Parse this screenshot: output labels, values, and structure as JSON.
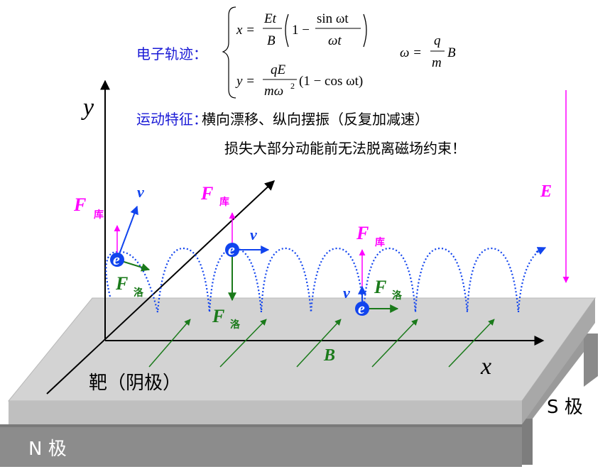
{
  "labels": {
    "trajectory": "电子轨迹：",
    "motion": "运动特征：",
    "motion_line1": "横向漂移、纵向摆振（反复加减速）",
    "motion_line2": "损失大部分动能前无法脱离磁场约束！",
    "target": "靶（阴极）",
    "north_pole": "N 极",
    "south_pole": "S 极"
  },
  "equations": {
    "x_lhs": "x = ",
    "x_num": "Et",
    "x_den": "B",
    "x_paren": "1 −",
    "x_inner_num": "sin ωt",
    "x_inner_den": "ωt",
    "y_lhs": "y = ",
    "y_num": "qE",
    "y_den": "mω",
    "y_den_exp": "2",
    "y_rest": "(1 − cos ωt)",
    "w_lhs": "ω = ",
    "w_num": "q",
    "w_den": "m",
    "w_rhs": "B"
  },
  "vectors": {
    "axis_x": "x",
    "axis_y": "y",
    "field_E": "E",
    "field_B": "B",
    "force": "F",
    "coulomb": "库",
    "lorentz": "洛",
    "velocity": "v",
    "electron": "e"
  },
  "colors": {
    "blue_text": "#1a1ad6",
    "magenta": "#ff00ff",
    "green": "#1a7a1a",
    "electron": "#1144ee",
    "target_top": "#d2d2d2",
    "target_front": "#c0c0c0",
    "magnet": "#8c8c8c"
  }
}
